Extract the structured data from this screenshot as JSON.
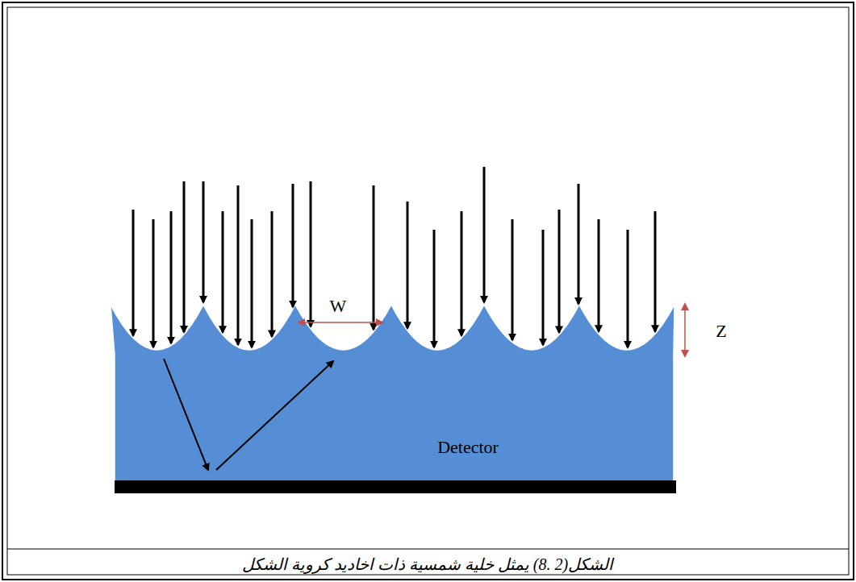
{
  "diagram": {
    "caption": "الشكل(2 .8) يمثل خلية شمسية ذات اخاديد كروية الشكل",
    "nodes": [
      {
        "text": [
          "Detector"
        ]
      }
    ],
    "labels": [
      "W",
      "Z"
    ]
  }
}
